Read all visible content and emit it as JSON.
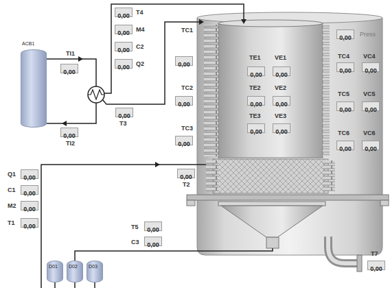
{
  "diagram": {
    "nodes": [
      {
        "text": [
          "0,00",
          "T4"
        ]
      },
      {
        "text": [
          "0,00",
          "M4"
        ]
      },
      {
        "text": [
          "0,00",
          "C2"
        ]
      },
      {
        "text": [
          "0,00",
          "Q2"
        ]
      },
      {
        "text": [
          "0,00",
          "Press"
        ]
      },
      {
        "text": [
          "ACB1"
        ]
      },
      {
        "text": [
          "TC1",
          "0,00"
        ]
      },
      {
        "text": [
          "TE1",
          "0,00"
        ]
      },
      {
        "text": [
          "VE1",
          "0,00"
        ]
      },
      {
        "text": [
          "TC4",
          "0,00"
        ]
      },
      {
        "text": [
          "VC4",
          "0,00"
        ]
      },
      {
        "text": [
          "TI1",
          "0,00"
        ]
      },
      {
        "text": [
          "TC2",
          "0,00"
        ]
      },
      {
        "text": [
          "TE2",
          "0,00"
        ]
      },
      {
        "text": [
          "VE2",
          "0,00"
        ]
      },
      {
        "text": [
          "TC5",
          "0,00"
        ]
      },
      {
        "text": [
          "VC5",
          "0,00"
        ]
      },
      {
        "text": [
          "0,00",
          "T3"
        ]
      },
      {
        "text": [
          "TE3",
          "0,00"
        ]
      },
      {
        "text": [
          "VE3",
          "0,00"
        ]
      },
      {
        "text": [
          "0,00",
          "TI2"
        ]
      },
      {
        "text": [
          "TC3",
          "0,00"
        ]
      },
      {
        "text": [
          "TC6",
          "0,00"
        ]
      },
      {
        "text": [
          "VC6",
          "0,00"
        ]
      },
      {
        "text": [
          "Q1",
          "0,00"
        ]
      },
      {
        "text": [
          "0,00",
          "T2"
        ]
      },
      {
        "text": [
          "C1",
          "0,00"
        ]
      },
      {
        "text": [
          "M2",
          "0,00"
        ]
      },
      {
        "text": [
          "T1",
          "0,00"
        ]
      },
      {
        "text": [
          "T5",
          "0,00"
        ]
      },
      {
        "text": [
          "C3",
          "0,00"
        ]
      },
      {
        "text": [
          "T7",
          "0,00"
        ]
      },
      {
        "text": [
          "D01"
        ]
      },
      {
        "text": [
          "D02"
        ]
      },
      {
        "text": [
          "D03"
        ]
      }
    ]
  }
}
